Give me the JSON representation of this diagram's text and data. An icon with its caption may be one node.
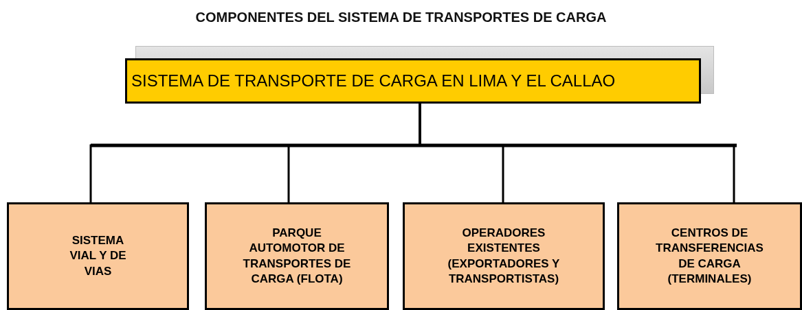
{
  "diagram": {
    "title": "COMPONENTES DEL SISTEMA DE TRANSPORTES DE CARGA",
    "nodes": [
      {
        "text": [
          "SISTEMA DE TRANSPORTE DE CARGA EN LIMA Y EL CALLAO"
        ]
      },
      {
        "text": [
          "SISTEMA VIAL Y DE VIAS"
        ]
      },
      {
        "text": [
          "PARQUE AUTOMOTOR DE TRANSPORTES DE CARGA (FLOTA)"
        ]
      },
      {
        "text": [
          "OPERADORES EXISTENTES (EXPORTADORES Y TRANSPORTISTAS)"
        ]
      },
      {
        "text": [
          "CENTROS DE TRANSFERENCIAS DE CARGA (TERMINALES)"
        ]
      }
    ],
    "edges": [
      {
        "from": 0,
        "to": 1,
        "arrow": "none"
      },
      {
        "from": 0,
        "to": 2,
        "arrow": "none"
      },
      {
        "from": 0,
        "to": 3,
        "arrow": "none"
      },
      {
        "from": 0,
        "to": 4,
        "arrow": "none"
      }
    ]
  }
}
